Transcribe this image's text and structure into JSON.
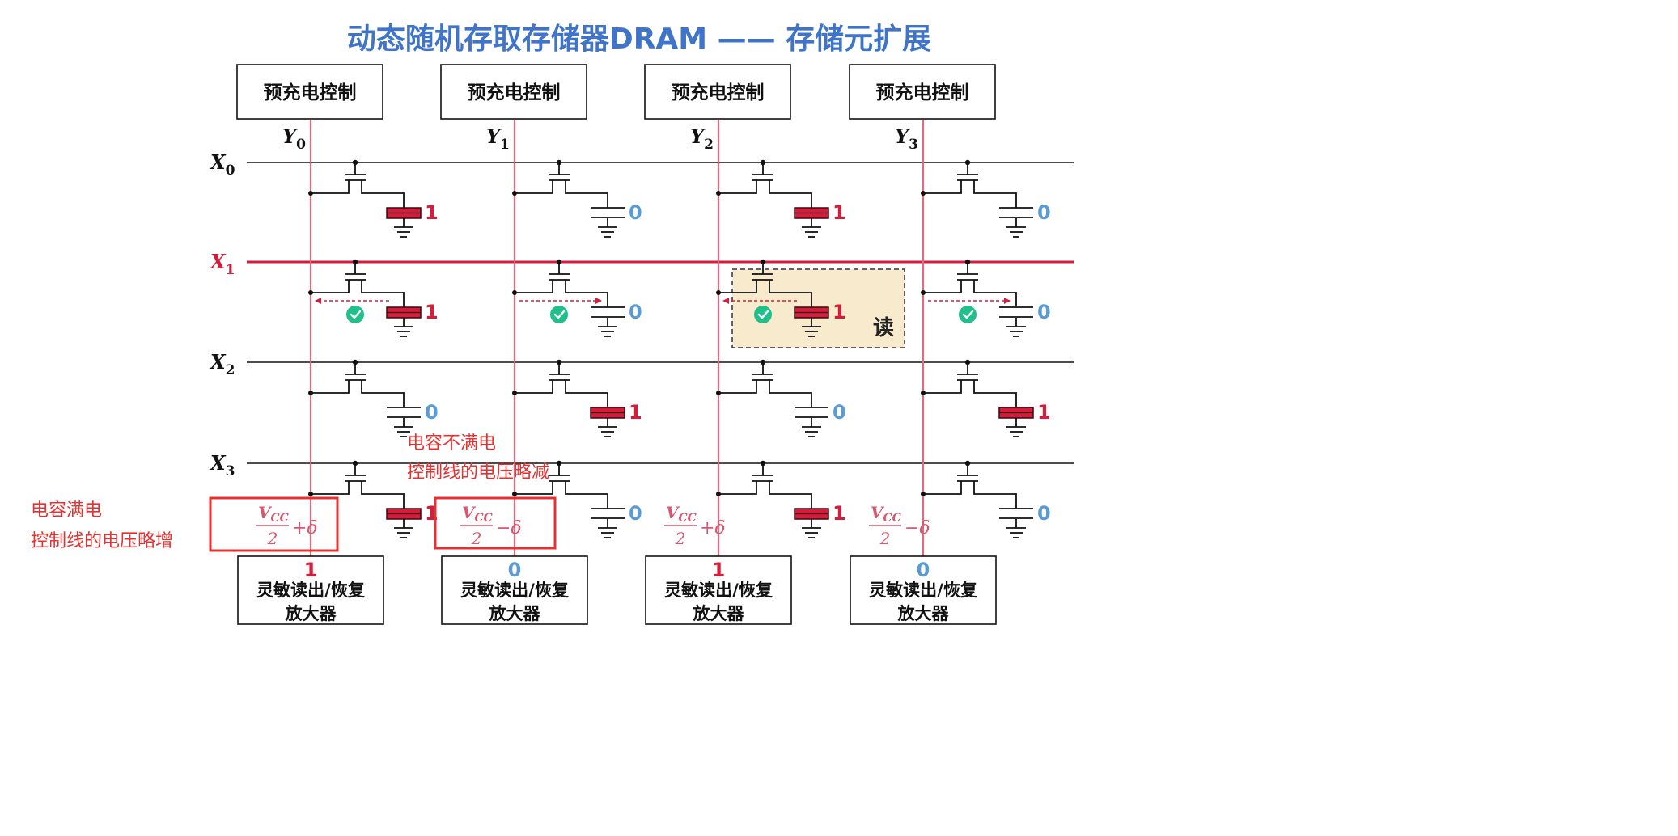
{
  "title": "动态随机存取存储器DRAM —— 存储元扩展",
  "precharge_label": "预充电控制",
  "amp_label_line1": "灵敏读出/恢复",
  "amp_label_line2": "放大器",
  "column_labels": [
    "Y",
    "Y",
    "Y",
    "Y"
  ],
  "column_subscripts": [
    "0",
    "1",
    "2",
    "3"
  ],
  "row_labels": [
    "X",
    "X",
    "X",
    "X"
  ],
  "row_subscripts": [
    "0",
    "1",
    "2",
    "3"
  ],
  "active_row": 1,
  "cell_bits": [
    [
      "1",
      "0",
      "1",
      "0"
    ],
    [
      "1",
      "0",
      "1",
      "0"
    ],
    [
      "0",
      "1",
      "0",
      "1"
    ],
    [
      "1",
      "0",
      "1",
      "0"
    ]
  ],
  "column_voltage": {
    "numerator": "V",
    "numerator_sub": "CC",
    "denominator": "2",
    "suffixes": [
      "+δ",
      "−δ",
      "+δ",
      "−δ"
    ]
  },
  "column_outputs": [
    "1",
    "0",
    "1",
    "0"
  ],
  "read_label": "读",
  "annotation_full": [
    "电容满电",
    "控制线的电压略增"
  ],
  "annotation_not_full": [
    "电容不满电",
    "控制线的电压略减"
  ],
  "colors": {
    "title_blue": "#3f74c9",
    "red": "#d41c3b",
    "pink_line": "#e06a80",
    "blue_zero": "#5b9bd5",
    "check_green": "#21c08b",
    "read_box_fill": "#f8ebcd",
    "annotation_red": "#e83030",
    "voltage_pink": "#d9566f"
  }
}
